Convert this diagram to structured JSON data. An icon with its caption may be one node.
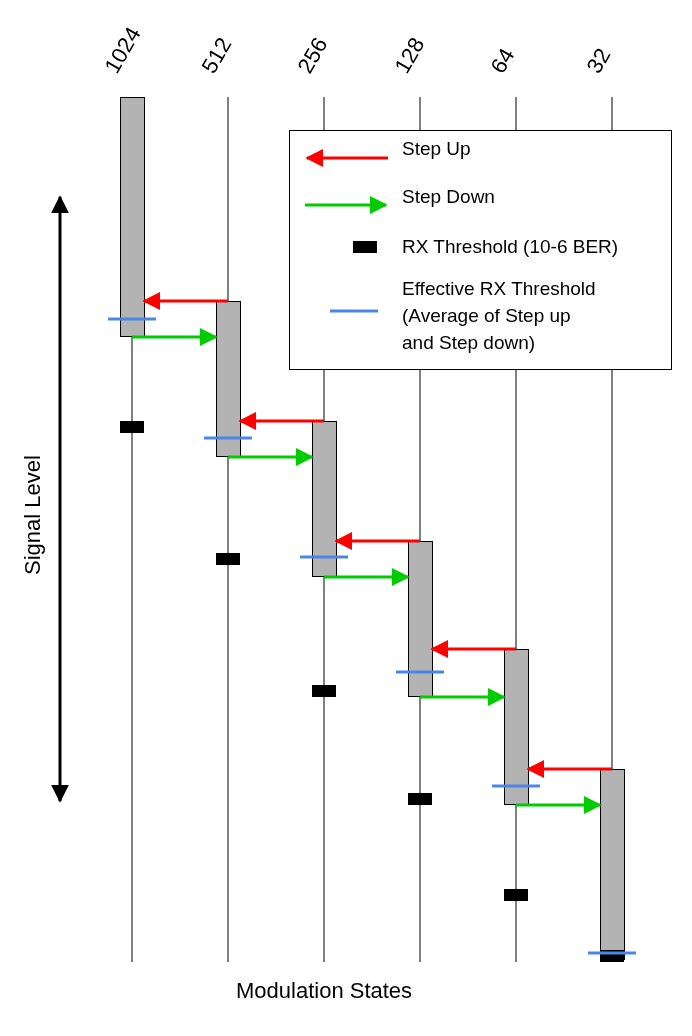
{
  "diagram": {
    "nodes": [
      {
        "text": [],
        "shape": "bar"
      },
      {
        "text": [],
        "shape": "bar"
      },
      {
        "text": [],
        "shape": "bar"
      },
      {
        "text": [],
        "shape": "bar"
      },
      {
        "text": [],
        "shape": "bar"
      },
      {
        "text": [],
        "shape": "bar"
      }
    ],
    "edges": [
      {
        "from": 1,
        "to": 0,
        "arrow": "to",
        "color": "#ff0000"
      },
      {
        "from": 0,
        "to": 1,
        "arrow": "to",
        "color": "#00cc00"
      },
      {
        "from": 2,
        "to": 1,
        "arrow": "to",
        "color": "#ff0000"
      },
      {
        "from": 1,
        "to": 2,
        "arrow": "to",
        "color": "#00cc00"
      },
      {
        "from": 3,
        "to": 2,
        "arrow": "to",
        "color": "#ff0000"
      },
      {
        "from": 2,
        "to": 3,
        "arrow": "to",
        "color": "#00cc00"
      },
      {
        "from": 4,
        "to": 3,
        "arrow": "to",
        "color": "#ff0000"
      },
      {
        "from": 3,
        "to": 4,
        "arrow": "to",
        "color": "#00cc00"
      },
      {
        "from": 5,
        "to": 4,
        "arrow": "to",
        "color": "#ff0000"
      },
      {
        "from": 4,
        "to": 5,
        "arrow": "to",
        "color": "#00cc00"
      }
    ],
    "labels": [
      "1024",
      "512",
      "256",
      "128",
      "64",
      "32",
      "Signal Level",
      "Modulation States"
    ],
    "legend": [
      {
        "text": "Step Up"
      },
      {
        "text": "Step Down"
      },
      {
        "text": "RX Threshold (10-6 BER)"
      },
      {
        "text": "Effective RX Threshold (Average of Step up and Step down)"
      }
    ]
  }
}
